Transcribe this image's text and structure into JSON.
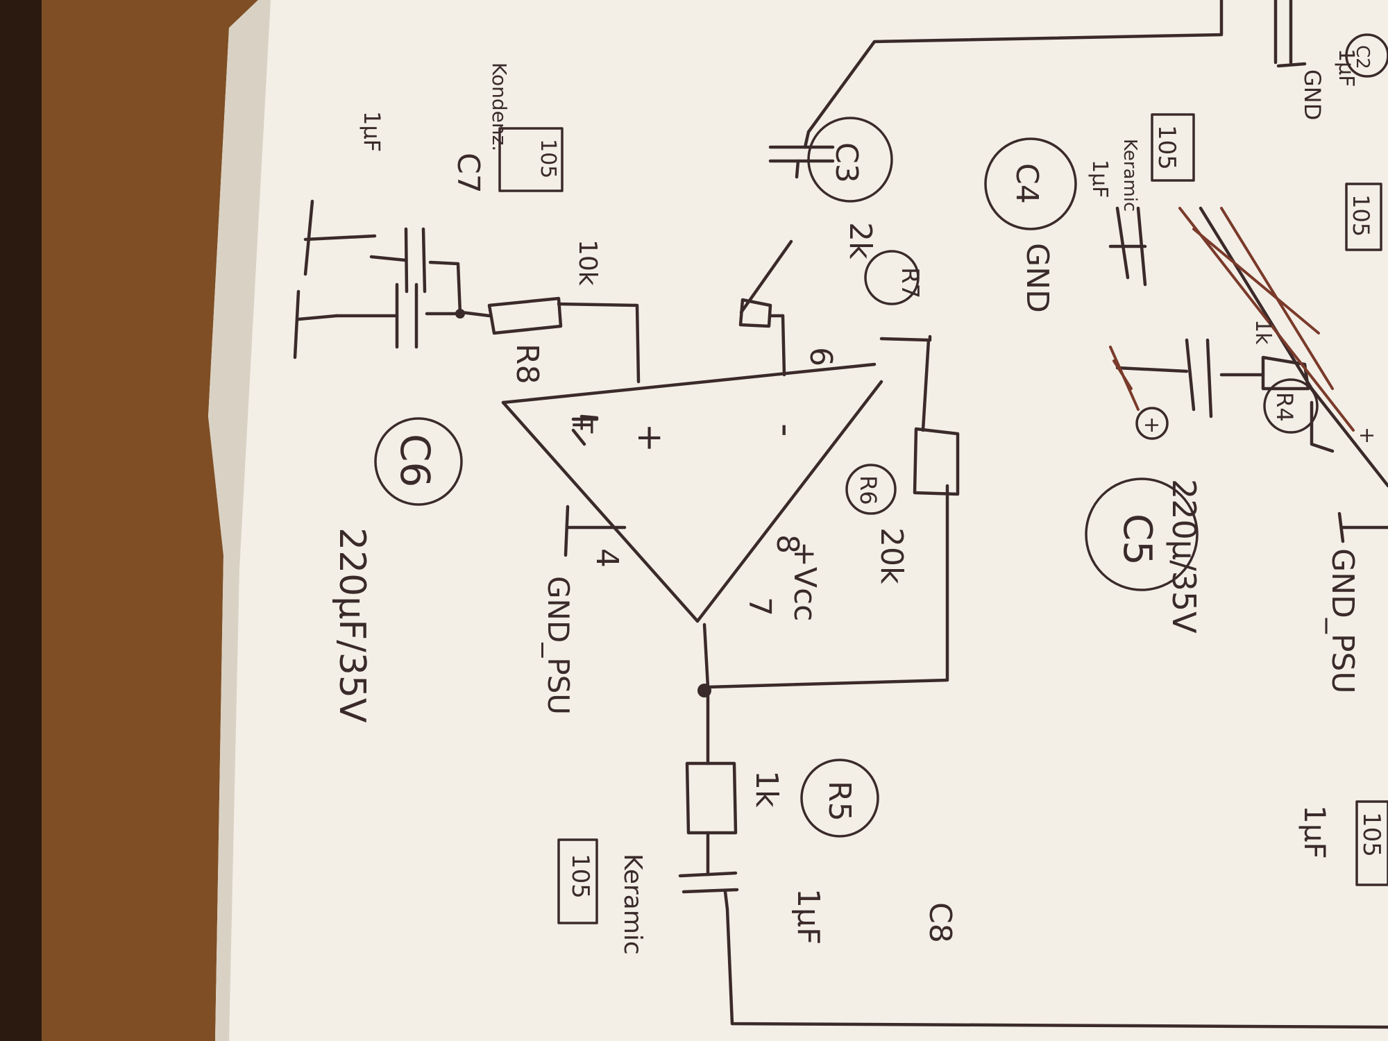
{
  "colors": {
    "table": "#7a4a22",
    "paper": "#f3efe7",
    "ink": "#3a2a2a",
    "redink": "#7a3a2a"
  },
  "labels": {
    "ic_main": "Ŧ",
    "in_minus": "-",
    "in_plus": "+",
    "pin6": "6",
    "pin4": "4",
    "pin7": "7",
    "pin8": "8",
    "vcc": "+Vcc",
    "gnd_psu_main": "GND_PSU",
    "r6": "R6",
    "r6_val": "20k",
    "r7": "R7",
    "r7_val": "2k",
    "r8": "R8",
    "r8_val": "10k",
    "r5": "R5",
    "r5_val": "1k",
    "r4": "R4",
    "r4_val": "1k",
    "c3": "C3",
    "c4": "C4",
    "c4_gnd": "GND",
    "c5": "C5",
    "c5_val": "220µ/35V",
    "c6": "C6",
    "c6_val": "220µF/35V",
    "c7": "C7",
    "c7_val": "1µF",
    "c7_box": "105",
    "c7_note": "Kondenz.",
    "c8": "C8",
    "c8_val": "1µF",
    "c8_box": "105",
    "c8_note": "Keramic",
    "top_box": "105",
    "top_box2": "105",
    "top_ceramic": "Keramic",
    "top_cap_val": "1µF",
    "top_gnd": "GND",
    "top_cap2": "1µF",
    "r4_plus": "+",
    "c5_plus": "+",
    "gnd_psu_top": "GND_PSU",
    "right_edge_val": "1µF",
    "right_box": "105",
    "circled_top": "C2"
  }
}
